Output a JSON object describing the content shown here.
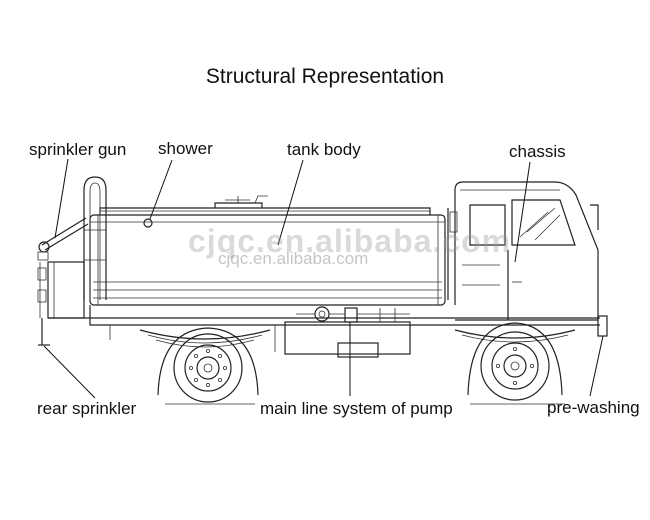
{
  "title": "Structural Representation",
  "labels": {
    "sprinkler_gun": "sprinkler gun",
    "shower": "shower",
    "tank_body": "tank body",
    "chassis": "chassis",
    "rear_sprinkler": "rear sprinkler",
    "main_line": "main line system of pump",
    "pre_washing": "pre-washing"
  },
  "watermark": {
    "large": "cjqc.en.alibaba.com",
    "small": "cjqc.en.alibaba.com"
  },
  "colors": {
    "line": "#222222",
    "text": "#111111",
    "background": "#ffffff"
  }
}
